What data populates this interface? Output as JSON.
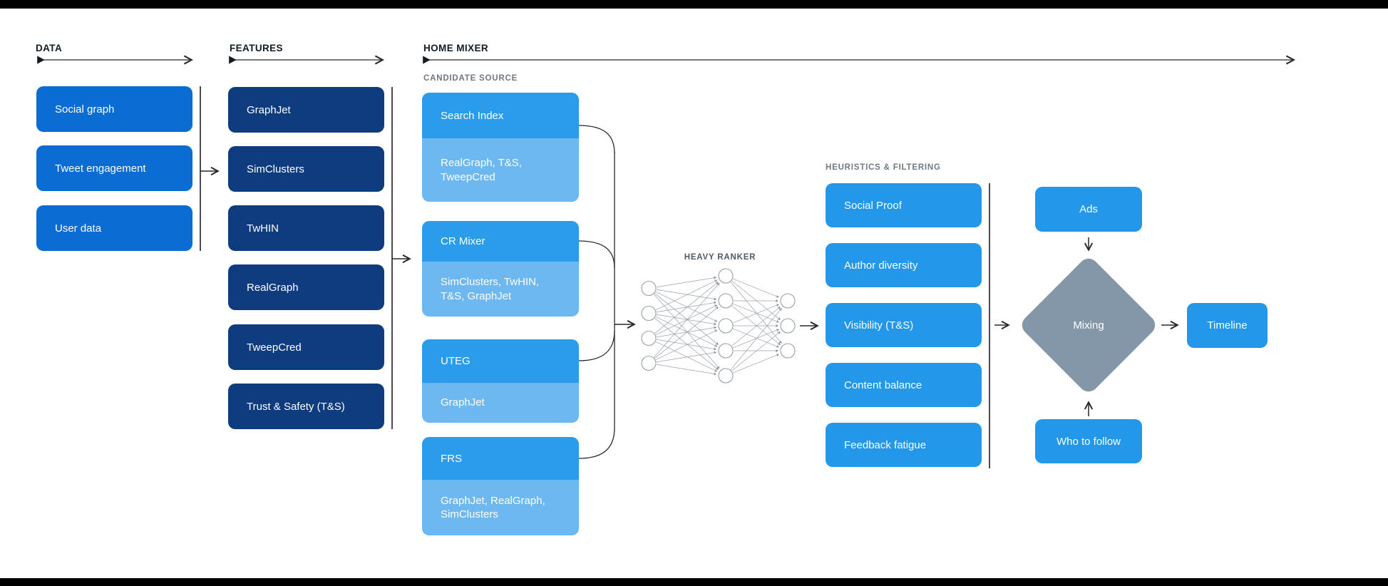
{
  "headers": {
    "data": "DATA",
    "features": "FEATURES",
    "home_mixer": "HOME MIXER",
    "candidate_source": "CANDIDATE SOURCE",
    "heavy_ranker": "HEAVY RANKER",
    "heuristics": "HEURISTICS & FILTERING"
  },
  "data_boxes": [
    "Social graph",
    "Tweet engagement",
    "User data"
  ],
  "feature_boxes": [
    "GraphJet",
    "SimClusters",
    "TwHIN",
    "RealGraph",
    "TweepCred",
    "Trust & Safety (T&S)"
  ],
  "candidate_sources": [
    {
      "title": "Search Index",
      "sources": "RealGraph, T&S, TweepCred"
    },
    {
      "title": "CR Mixer",
      "sources": "SimClusters, TwHIN, T&S, GraphJet"
    },
    {
      "title": "UTEG",
      "sources": "GraphJet"
    },
    {
      "title": "FRS",
      "sources": "GraphJet, RealGraph, SimClusters"
    }
  ],
  "heuristics_boxes": [
    "Social Proof",
    "Author diversity",
    "Visibility (T&S)",
    "Content balance",
    "Feedback fatigue"
  ],
  "mixing": {
    "ads": "Ads",
    "diamond": "Mixing",
    "who_to_follow": "Who to follow",
    "timeline": "Timeline"
  },
  "neural_network": {
    "layers": [
      4,
      5,
      3
    ]
  },
  "colors": {
    "data_box": "#0b6cd4",
    "features_box": "#0e3c7e",
    "candidate_top": "#2b9ce9",
    "candidate_sub": "#6eb8f1",
    "filter_box": "#2397ea",
    "diamond": "#8497a9",
    "frame_bar": "#000000"
  }
}
